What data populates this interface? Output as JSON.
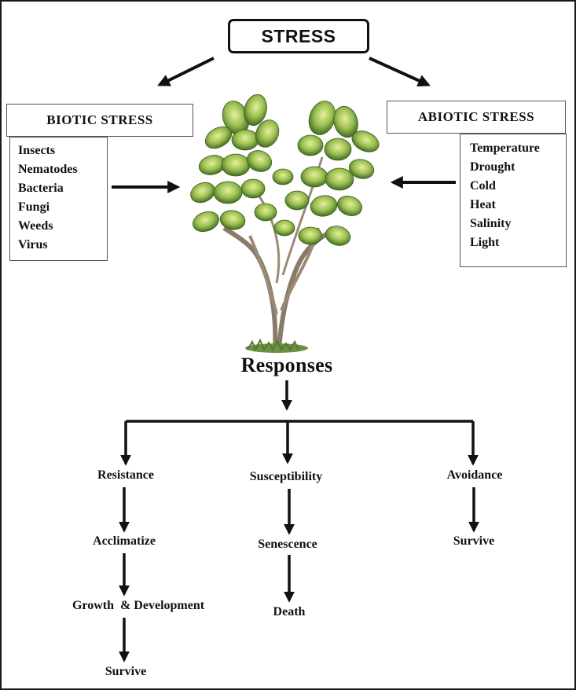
{
  "title": "STRESS",
  "biotic": {
    "label": "BIOTIC STRESS",
    "items": [
      "Insects",
      "Nematodes",
      "Bacteria",
      "Fungi",
      "Weeds",
      "Virus"
    ]
  },
  "abiotic": {
    "label": "ABIOTIC STRESS",
    "items": [
      "Temperature",
      "Drought",
      "Cold",
      "Heat",
      "Salinity",
      "Light"
    ]
  },
  "responses_label": "Responses",
  "branches": {
    "resistance": {
      "label": "Resistance",
      "steps": [
        "Acclimatize",
        "Growth  & Development",
        "Survive"
      ]
    },
    "susceptibility": {
      "label": "Susceptibility",
      "steps": [
        "Senescence",
        "Death"
      ]
    },
    "avoidance": {
      "label": "Avoidance",
      "steps": [
        "Survive"
      ]
    }
  }
}
